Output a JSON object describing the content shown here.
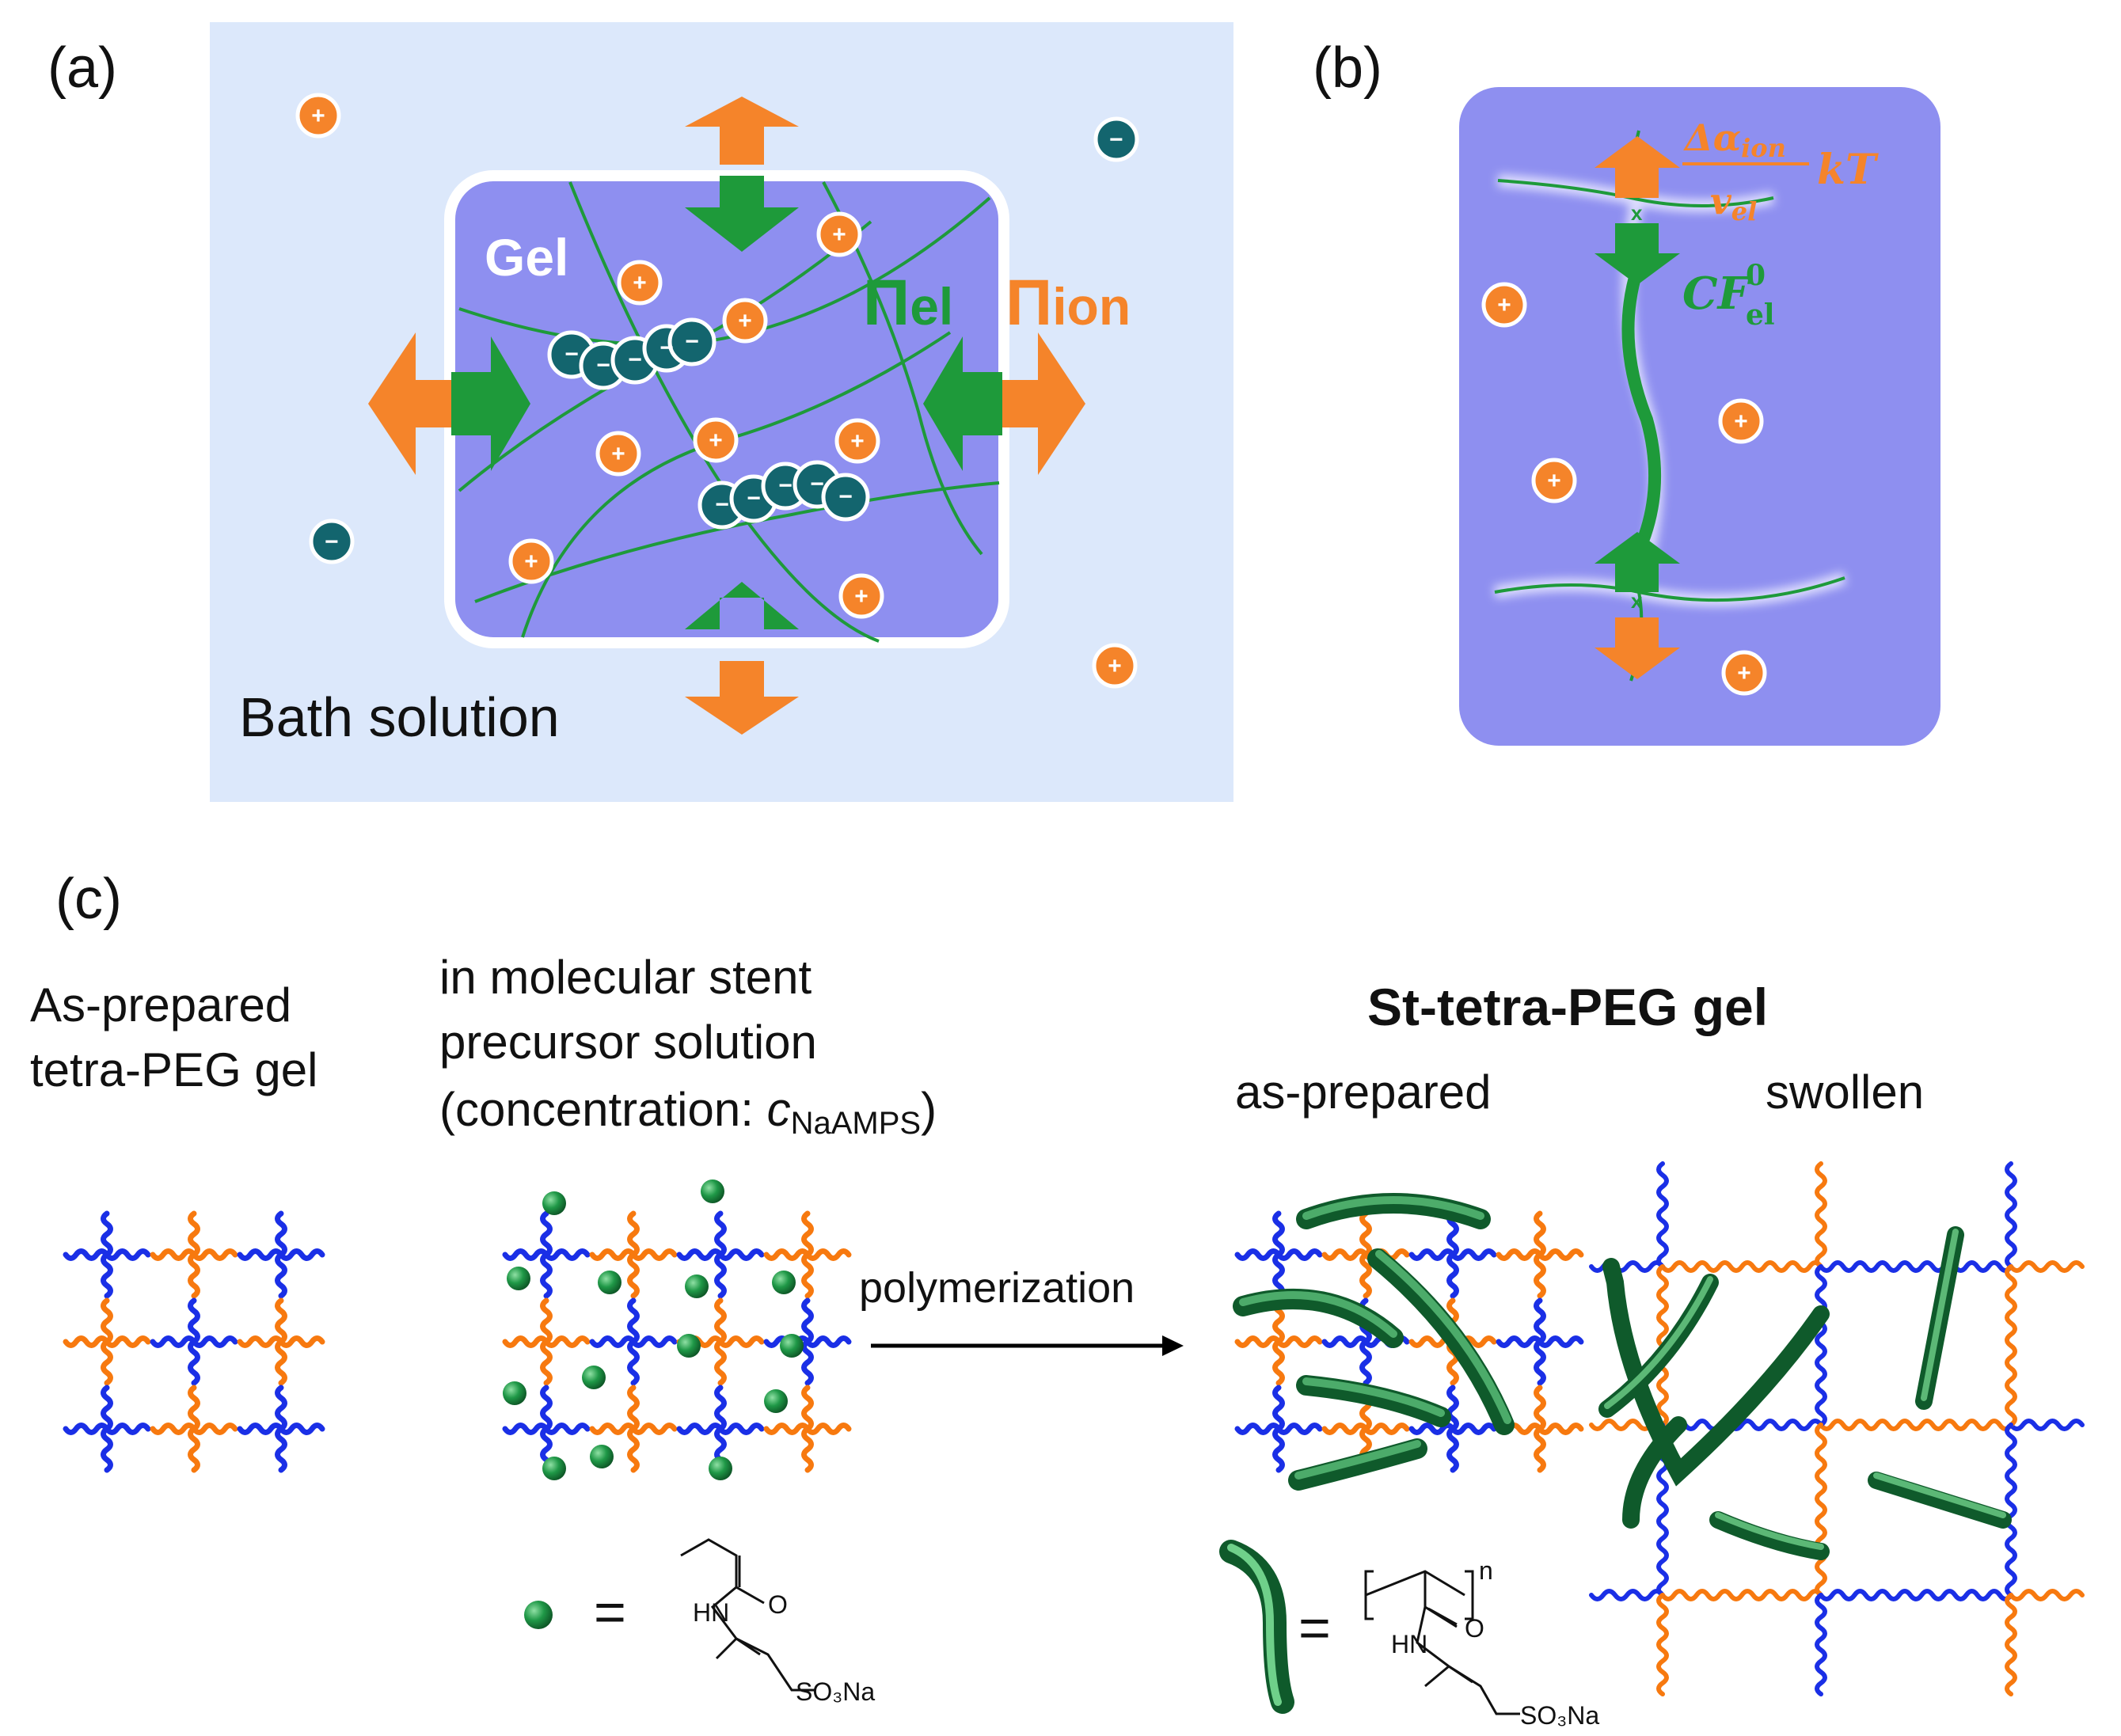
{
  "panels": {
    "a": {
      "label": "(a)",
      "gel_label": "Gel",
      "bath_label": "Bath solution",
      "pi_el_main": "Π",
      "pi_el_sub": "el",
      "pi_ion_main": "Π",
      "pi_ion_sub": "ion",
      "plus_sign": "+",
      "minus_sign": "−"
    },
    "b": {
      "label": "(b)",
      "frac_num_main": "Δα",
      "frac_num_sub": "ion",
      "frac_den_main": "v",
      "frac_den_sub": "el",
      "kT": "kT",
      "cf_main": "CF",
      "cf_sup": "0",
      "cf_sub": "el"
    },
    "c": {
      "label": "(c)",
      "as_prepared_line1": "As-prepared",
      "as_prepared_line2": "tetra-PEG gel",
      "stent_line1": "in molecular stent",
      "stent_line2": "precursor solution",
      "stent_line3_pre": "(concentration: ",
      "stent_line3_var": "c",
      "stent_line3_sub": "NaAMPS",
      "stent_line3_post": ")",
      "polymerization": "polymerization",
      "st_title": "St-tetra-PEG  gel",
      "as_prepared_sub": "as-prepared",
      "swollen_sub": "swollen",
      "equals": "=",
      "monomer_o": "O",
      "monomer_hn": "HN",
      "monomer_so3na": "SO₃Na",
      "polymer_n": "n",
      "polymer_o": "O",
      "polymer_hn": "HN",
      "polymer_so3na": "SO₃Na"
    }
  },
  "colors": {
    "bath": "#dce8fb",
    "gel": "#8e8ff0",
    "orange": "#f5842a",
    "green": "#1e9a3a",
    "dark_green": "#167a32",
    "teal": "#13656e",
    "blue": "#1a2fe6",
    "network_orange": "#f7790f"
  }
}
